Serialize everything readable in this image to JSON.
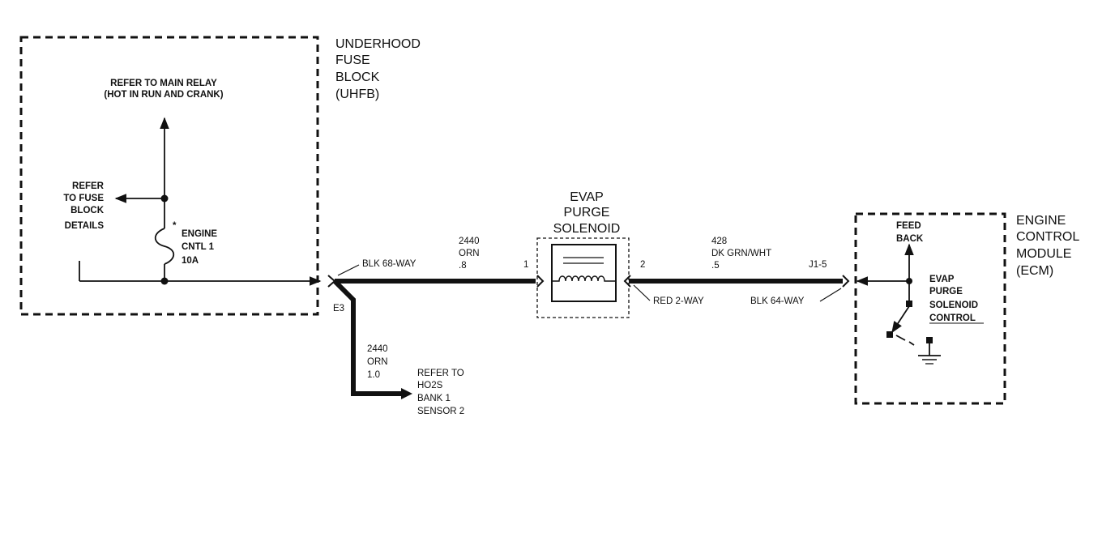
{
  "uhfb": {
    "title_lines": [
      "UNDERHOOD",
      "FUSE",
      "BLOCK",
      "(UHFB)"
    ],
    "main_relay_lines": [
      "REFER TO MAIN RELAY",
      "(HOT IN RUN AND CRANK)"
    ],
    "fuse_block_ref_lines": [
      "REFER",
      "TO FUSE",
      "BLOCK",
      "DETAILS"
    ],
    "fuse_star": "*",
    "fuse_lines": [
      "ENGINE",
      "CNTL 1",
      "10A"
    ]
  },
  "connectors": {
    "c1_label": "BLK 68-WAY",
    "c1_pin": "E3",
    "solenoid_pin1": "1",
    "solenoid_pin2": "2",
    "solenoid_conn": "RED 2-WAY",
    "ecm_pin": "J1-5",
    "ecm_conn": "BLK 64-WAY"
  },
  "wires": {
    "w1_lines": [
      "2440",
      "ORN",
      ".8"
    ],
    "w2_lines": [
      "2440",
      "ORN",
      "1.0"
    ],
    "w3_lines": [
      "428",
      "DK GRN/WHT",
      ".5"
    ]
  },
  "solenoid": {
    "title_lines": [
      "EVAP",
      "PURGE",
      "SOLENOID"
    ]
  },
  "ho2s_ref_lines": [
    "REFER TO",
    "HO2S",
    "BANK 1",
    "SENSOR 2"
  ],
  "ecm": {
    "title_lines": [
      "ENGINE",
      "CONTROL",
      "MODULE",
      "(ECM)"
    ],
    "feedback_lines": [
      "FEED",
      "BACK"
    ],
    "control_lines": [
      "EVAP",
      "PURGE",
      "SOLENOID",
      "CONTROL"
    ]
  }
}
